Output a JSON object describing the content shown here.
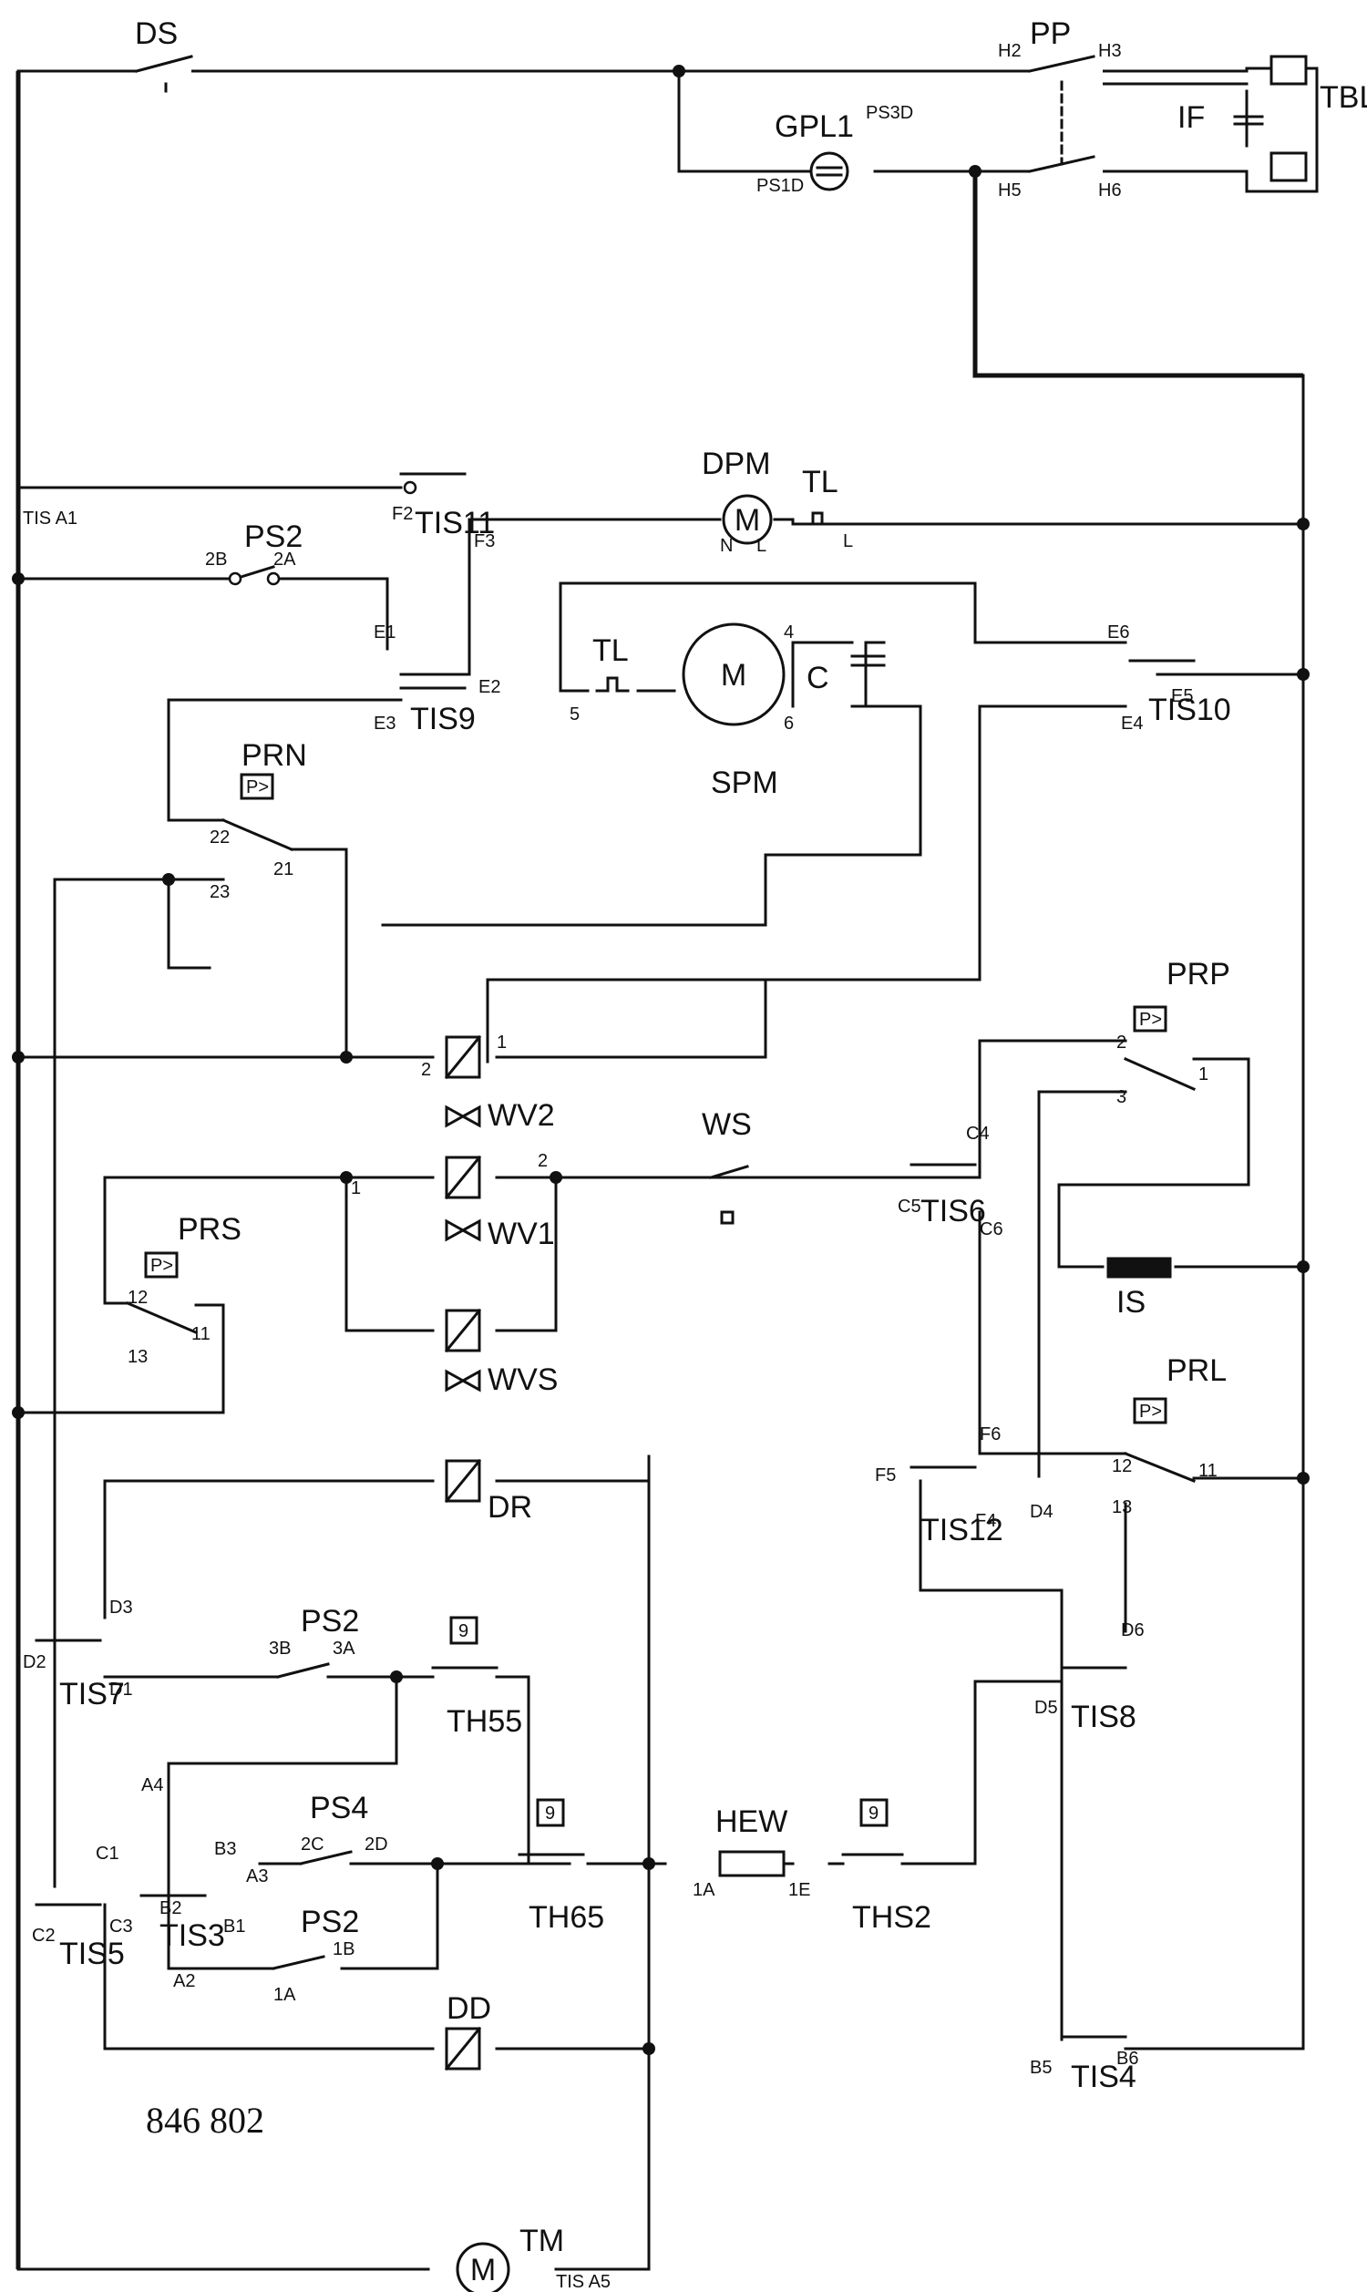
{
  "components": {
    "DS": "DS",
    "PP": "PP",
    "TBL": "TBL",
    "IF": "IF",
    "GPL1": "GPL1",
    "TIS11": "TIS11",
    "TIS9": "TIS9",
    "TIS10": "TIS10",
    "TIS6": "TIS6",
    "TIS12": "TIS12",
    "TIS8": "TIS8",
    "TIS4": "TIS4",
    "TIS7": "TIS7",
    "TIS3": "TIS3",
    "TIS5": "TIS5",
    "DPM": "DPM",
    "SPM": "SPM",
    "TM": "TM",
    "M": "M",
    "C": "C",
    "TL_top": "TL",
    "TL_spm": "TL",
    "PS2_top": "PS2",
    "PS2_mid": "PS2",
    "PS2_low": "PS2",
    "PS4": "PS4",
    "PRN": "PRN",
    "PRP": "PRP",
    "PRS": "PRS",
    "PRL": "PRL",
    "WV2": "WV2",
    "WV1": "WV1",
    "WVS": "WVS",
    "WS": "WS",
    "IS": "IS",
    "DR": "DR",
    "DD": "DD",
    "TH55": "TH55",
    "TH65": "TH65",
    "THS2": "THS2",
    "HEW": "HEW",
    "pressure_mark": "P>",
    "therm_mark": "9"
  },
  "terminals": {
    "TIS_A1": "TIS A1",
    "TIS_A5": "TIS A5",
    "H2": "H2",
    "H3": "H3",
    "H5": "H5",
    "H6": "H6",
    "PS1D": "PS1D",
    "PS3D": "PS3D",
    "F2": "F2",
    "F3": "F3",
    "E1": "E1",
    "E2": "E2",
    "E3": "E3",
    "E4": "E4",
    "E5": "E5",
    "E6": "E6",
    "ps2_2A": "2A",
    "ps2_2B": "2B",
    "dpm_L": "L",
    "dpm_N": "N",
    "tl_L": "L",
    "spm_4": "4",
    "spm_5": "5",
    "spm_6": "6",
    "prn_21": "21",
    "prn_22": "22",
    "prn_23": "23",
    "wv2_1": "1",
    "wv2_2": "2",
    "wv1_1": "1",
    "wv1_2": "2",
    "prp_1": "1",
    "prp_2": "2",
    "prp_3": "3",
    "C4": "C4",
    "C5": "C5",
    "C6": "C6",
    "C3": "C3",
    "C2": "C2",
    "C1": "C1",
    "prs_11": "11",
    "prs_12": "12",
    "prs_13": "13",
    "prl_11": "11",
    "prl_12": "12",
    "prl_13": "13",
    "F4": "F4",
    "F5": "F5",
    "F6": "F6",
    "D1": "D1",
    "D2": "D2",
    "D3": "D3",
    "D4": "D4",
    "D5": "D5",
    "D6": "D6",
    "ps2_3A": "3A",
    "ps2_3B": "3B",
    "A2": "A2",
    "A3": "A3",
    "A4": "A4",
    "B1": "B1",
    "B2": "B2",
    "B3": "B3",
    "B5": "B5",
    "B6": "B6",
    "ps4_2C": "2C",
    "ps4_2D": "2D",
    "ps2_1A": "1A",
    "ps2_1B": "1B",
    "hew_1A": "1A",
    "hew_1E": "1E"
  },
  "reference": "846 802"
}
